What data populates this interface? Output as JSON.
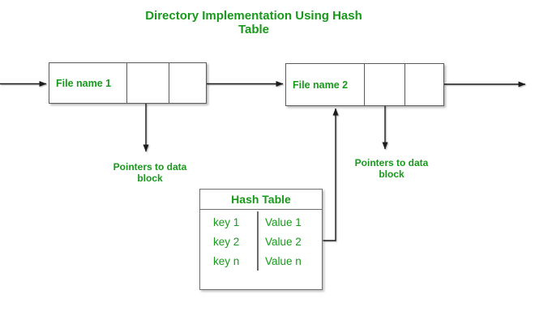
{
  "title": {
    "text": "Directory Implementation Using Hash Table"
  },
  "file_entries": [
    {
      "label": "File name 1",
      "pointer_label": "Pointers to data block"
    },
    {
      "label": "File name 2",
      "pointer_label": "Pointers to data block"
    }
  ],
  "hash_table": {
    "title": "Hash Table",
    "rows": [
      {
        "key": "key 1",
        "value": "Value 1"
      },
      {
        "key": "key 2",
        "value": "Value 2"
      },
      {
        "key": "key n",
        "value": "Value n"
      }
    ]
  },
  "colors": {
    "text_green": "#18991B",
    "box_border": "#5a5a5a",
    "arrow": "#1c1c1c",
    "background": "#ffffff"
  }
}
